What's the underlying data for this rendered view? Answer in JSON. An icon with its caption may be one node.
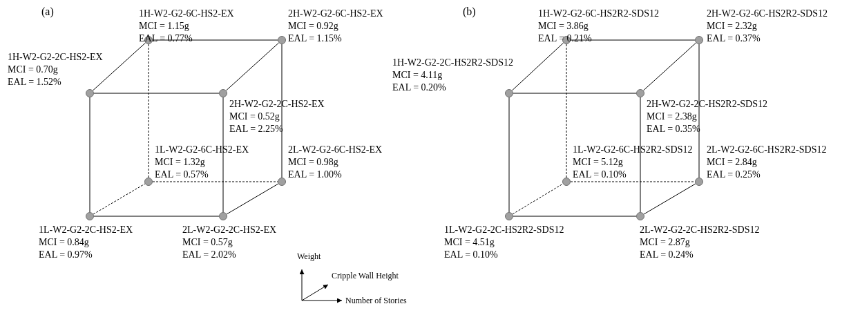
{
  "diagram": {
    "nodes": [
      {
        "text": [
          "1H-W2-G2-6C-HS2-EX",
          "MCI = 1.15g",
          "EAL = 0.77%"
        ]
      },
      {
        "text": [
          "2H-W2-G2-6C-HS2-EX",
          "MCI = 0.92g",
          "EAL = 1.15%"
        ]
      },
      {
        "text": [
          "1H-W2-G2-2C-HS2-EX",
          "MCI = 0.70g",
          "EAL = 1.52%"
        ]
      },
      {
        "text": [
          "2H-W2-G2-2C-HS2-EX",
          "MCI = 0.52g",
          "EAL = 2.25%"
        ]
      },
      {
        "text": [
          "1L-W2-G2-6C-HS2-EX",
          "MCI = 1.32g",
          "EAL = 0.57%"
        ]
      },
      {
        "text": [
          "2L-W2-G2-6C-HS2-EX",
          "MCI = 0.98g",
          "EAL = 1.00%"
        ]
      },
      {
        "text": [
          "1L-W2-G2-2C-HS2-EX",
          "MCI = 0.84g",
          "EAL = 0.97%"
        ]
      },
      {
        "text": [
          "2L-W2-G2-2C-HS2-EX",
          "MCI = 0.57g",
          "EAL = 2.02%"
        ]
      },
      {
        "text": [
          "1H-W2-G2-6C-HS2R2-SDS12",
          "MCI = 3.86g",
          "EAL = 0.21%"
        ]
      },
      {
        "text": [
          "2H-W2-G2-6C-HS2R2-SDS12",
          "MCI = 2.32g",
          "EAL = 0.37%"
        ]
      },
      {
        "text": [
          "1H-W2-G2-2C-HS2R2-SDS12",
          "MCI = 4.11g",
          "EAL = 0.20%"
        ]
      },
      {
        "text": [
          "2H-W2-G2-2C-HS2R2-SDS12",
          "MCI = 2.38g",
          "EAL = 0.35%"
        ]
      },
      {
        "text": [
          "1L-W2-G2-6C-HS2R2-SDS12",
          "MCI = 5.12g",
          "EAL = 0.10%"
        ]
      },
      {
        "text": [
          "2L-W2-G2-6C-HS2R2-SDS12",
          "MCI = 2.84g",
          "EAL = 0.25%"
        ]
      },
      {
        "text": [
          "1L-W2-G2-2C-HS2R2-SDS12",
          "MCI = 4.51g",
          "EAL = 0.10%"
        ]
      },
      {
        "text": [
          "2L-W2-G2-2C-HS2R2-SDS12",
          "MCI = 2.87g",
          "EAL = 0.24%"
        ]
      }
    ],
    "edges": [
      {
        "from": 0,
        "to": 1,
        "arrow": "none"
      },
      {
        "from": 1,
        "to": 5,
        "arrow": "none"
      },
      {
        "from": 2,
        "to": 3,
        "arrow": "none"
      },
      {
        "from": 2,
        "to": 6,
        "arrow": "none"
      },
      {
        "from": 3,
        "to": 7,
        "arrow": "none"
      },
      {
        "from": 6,
        "to": 7,
        "arrow": "none"
      },
      {
        "from": 2,
        "to": 0,
        "arrow": "none"
      },
      {
        "from": 3,
        "to": 1,
        "arrow": "none"
      },
      {
        "from": 7,
        "to": 5,
        "arrow": "none"
      },
      {
        "from": 0,
        "to": 4,
        "arrow": "none",
        "style": "dashed"
      },
      {
        "from": 4,
        "to": 5,
        "arrow": "none",
        "style": "dashed"
      },
      {
        "from": 6,
        "to": 4,
        "arrow": "none",
        "style": "dashed"
      },
      {
        "from": 8,
        "to": 9,
        "arrow": "none"
      },
      {
        "from": 9,
        "to": 13,
        "arrow": "none"
      },
      {
        "from": 10,
        "to": 11,
        "arrow": "none"
      },
      {
        "from": 10,
        "to": 14,
        "arrow": "none"
      },
      {
        "from": 11,
        "to": 15,
        "arrow": "none"
      },
      {
        "from": 14,
        "to": 15,
        "arrow": "none"
      },
      {
        "from": 10,
        "to": 8,
        "arrow": "none"
      },
      {
        "from": 11,
        "to": 9,
        "arrow": "none"
      },
      {
        "from": 15,
        "to": 13,
        "arrow": "none"
      },
      {
        "from": 8,
        "to": 12,
        "arrow": "none",
        "style": "dashed"
      },
      {
        "from": 12,
        "to": 13,
        "arrow": "none",
        "style": "dashed"
      },
      {
        "from": 14,
        "to": 12,
        "arrow": "none",
        "style": "dashed"
      }
    ],
    "labels": [
      "(a)",
      "(b)",
      "Weight",
      "Cripple Wall Height",
      "Number of Stories"
    ]
  }
}
